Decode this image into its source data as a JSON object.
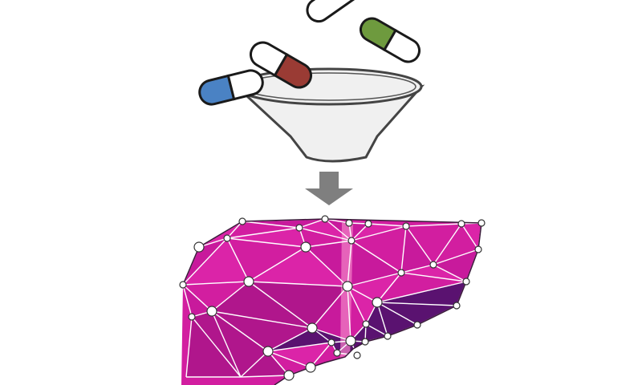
{
  "illustration": {
    "capsules": [
      {
        "name": "capsule-top-partial",
        "cap_color": "#ffffff"
      },
      {
        "name": "capsule-green",
        "cap_color": "#6e9a3e"
      },
      {
        "name": "capsule-red",
        "cap_color": "#9a3b34"
      },
      {
        "name": "capsule-blue",
        "cap_color": "#4a82c4"
      }
    ],
    "funnel": {
      "fill": "#f0f0f0",
      "stroke": "#444444"
    },
    "arrow": {
      "direction": "down",
      "color": "#7f7f7f"
    },
    "liver": {
      "base_color": "#d21ea0",
      "dark_color": "#5a1270",
      "highlight_color": "#f07cc4",
      "mesh_line_color": "#ffffff",
      "node_color": "#ffffff"
    }
  }
}
